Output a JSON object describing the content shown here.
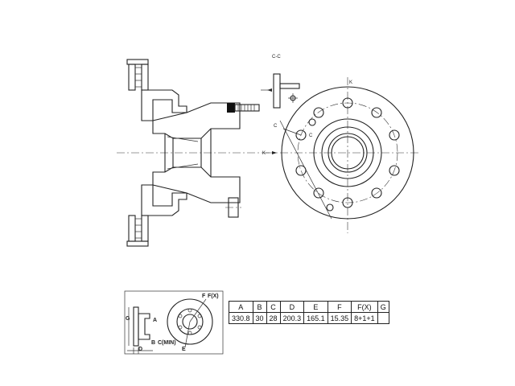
{
  "section_label": "C-C",
  "marker_k": "K",
  "marker_c": "C",
  "small_view": {
    "label_a": "A",
    "label_b": "B",
    "label_c_min": "C(MIN)",
    "label_d": "D",
    "label_e": "E",
    "label_f": "F",
    "label_fx": "F(X)",
    "label_g": "G"
  },
  "table": {
    "headers": [
      "A",
      "B",
      "C",
      "D",
      "E",
      "F",
      "F(X)",
      "G"
    ],
    "values": [
      "330.8",
      "30",
      "28",
      "200.3",
      "165.1",
      "15.35",
      "8+1+1",
      ""
    ]
  }
}
